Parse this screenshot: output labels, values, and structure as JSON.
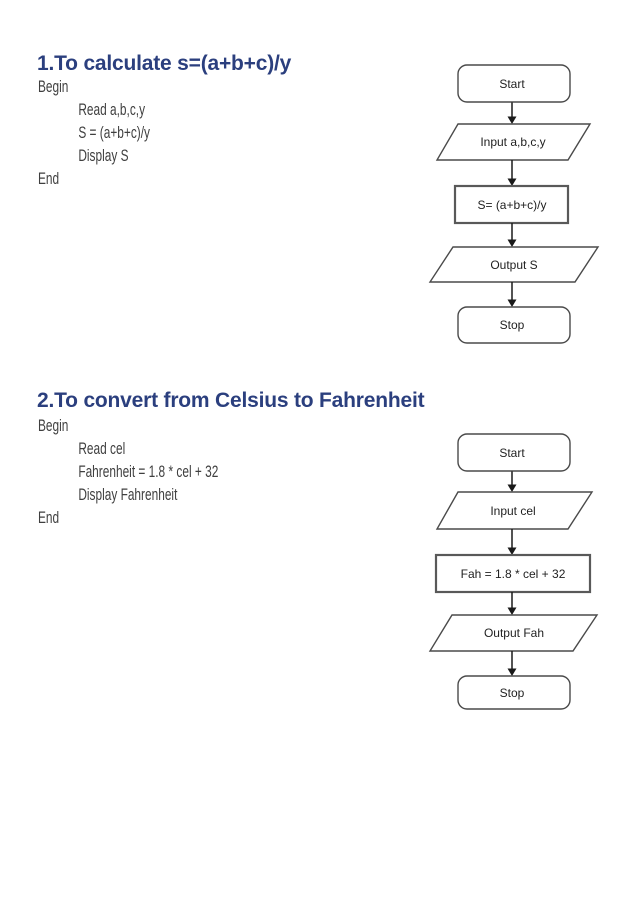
{
  "sections": [
    {
      "title": "1.To calculate s=(a+b+c)/y",
      "pseudocode": [
        "Begin",
        "Read a,b,c,y",
        "S = (a+b+c)/y",
        "Display S",
        "End"
      ],
      "flowchart": {
        "start": "Start",
        "input": "Input a,b,c,y",
        "process": "S= (a+b+c)/y",
        "output": "Output S",
        "stop": "Stop"
      }
    },
    {
      "title": "2.To convert from Celsius to Fahrenheit",
      "pseudocode": [
        "Begin",
        "Read cel",
        "Fahrenheit = 1.8 * cel + 32",
        "Display Fahrenheit",
        "End"
      ],
      "flowchart": {
        "start": "Start",
        "input": "Input cel",
        "process": "Fah = 1.8 * cel + 32",
        "output": "Output Fah",
        "stop": "Stop"
      }
    }
  ],
  "colors": {
    "title_blue": "#2b3f7e",
    "pseudocode_gray": "#3f3f3f",
    "shape_border": "#4a4a4a",
    "process_border": "#595959",
    "arrow_black": "#1a1a1a",
    "shape_fill": "#ffffff",
    "page_background": "#ffffff"
  }
}
